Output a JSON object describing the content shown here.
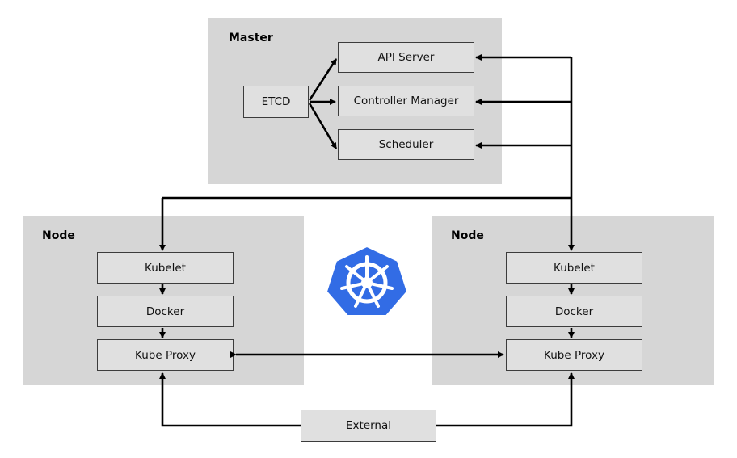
{
  "master": {
    "title": "Master",
    "etcd": "ETCD",
    "api_server": "API Server",
    "controller_manager": "Controller Manager",
    "scheduler": "Scheduler"
  },
  "node_left": {
    "title": "Node",
    "kubelet": "Kubelet",
    "docker": "Docker",
    "kube_proxy": "Kube Proxy"
  },
  "node_right": {
    "title": "Node",
    "kubelet": "Kubelet",
    "docker": "Docker",
    "kube_proxy": "Kube Proxy"
  },
  "external": "External",
  "logo": {
    "icon": "kubernetes-helm-wheel-icon",
    "color": "#326ce5"
  },
  "colors": {
    "panel": "#d6d6d6",
    "box": "#e0e0e0",
    "line": "#000000"
  }
}
